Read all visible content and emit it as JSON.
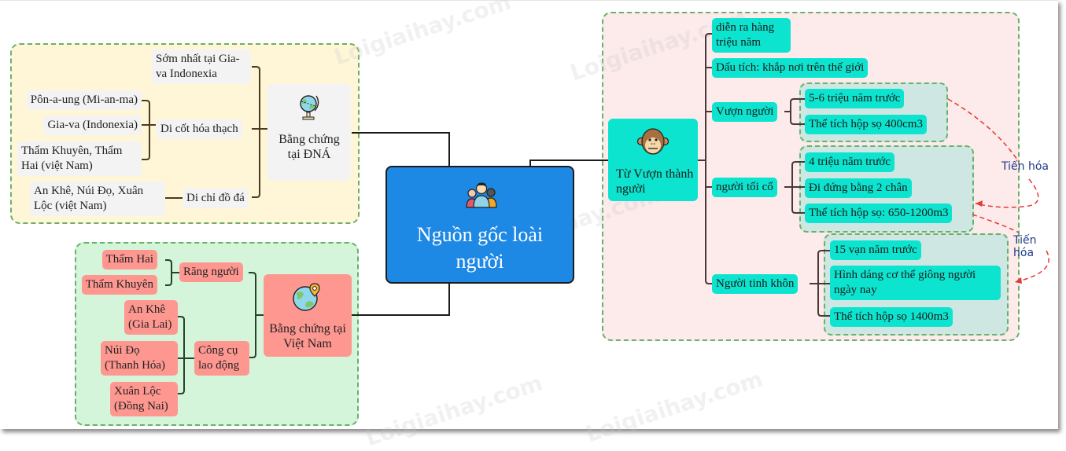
{
  "root": {
    "title": "Nguồn gốc loài người",
    "icon": "people-group-icon"
  },
  "sea_evidence": {
    "label": "Bằng chứng tại ĐNÁ",
    "icon": "globe-icon",
    "earliest": "Sớm nhất tại Gia-va Indonexia",
    "fossils": {
      "label": "Di cốt hóa thạch",
      "items": [
        "Pôn-a-ung (Mi-an-ma)",
        "Gia-va (Indonexia)",
        "Thẩm Khuyên, Thẩm Hai (việt Nam)"
      ]
    },
    "stone_sites": {
      "label": "Di chỉ đồ đá",
      "items": [
        "An Khê, Núi Đọ, Xuân Lộc (việt Nam)"
      ]
    }
  },
  "vn_evidence": {
    "label": "Bằng chứng tại Việt Nam",
    "icon": "earth-pin-icon",
    "teeth": {
      "label": "Răng người",
      "items": [
        "Thẩm Hai",
        "Thẩm Khuyên"
      ]
    },
    "tools": {
      "label": "Công cụ lao động",
      "items": [
        "An Khê (Gia Lai)",
        "Núi Đọ (Thanh Hóa)",
        "Xuân Lộc (Đồng Nai)"
      ]
    }
  },
  "evolution": {
    "label": "Từ Vượn thành người",
    "icon": "monkey-icon",
    "duration": "diễn ra hàng triệu năm",
    "traces": "Dấu tích: khắp nơi trên thế giới",
    "stages": [
      {
        "label": "Vượn người",
        "items": [
          "5-6 triệu năm trước",
          "Thể tích hộp sọ 400cm3"
        ]
      },
      {
        "label": "người tối cổ",
        "items": [
          "4 triệu năm trước",
          "Đi đứng bằng 2 chân",
          "Thể tích hộp sọ: 650-1200m3"
        ]
      },
      {
        "label": "Người tinh khôn",
        "items": [
          "15 vạn năm trước",
          "Hình dáng cơ thể giông người ngày nay",
          "Thể tích hộp sọ 1400m3"
        ]
      }
    ],
    "arrow_labels": [
      "Tiến hóa",
      "Tiến hóa"
    ]
  },
  "watermark": "Loigiaihay.com",
  "colors": {
    "root": "#1e88e5",
    "teal": "#0de4cf",
    "salmon": "#ff9791",
    "region_yellow": "#fff6d8",
    "region_green": "#d4f5d9",
    "region_pink": "#fdeaea",
    "dash": "#6ab06a",
    "arrow": "#e53935"
  }
}
